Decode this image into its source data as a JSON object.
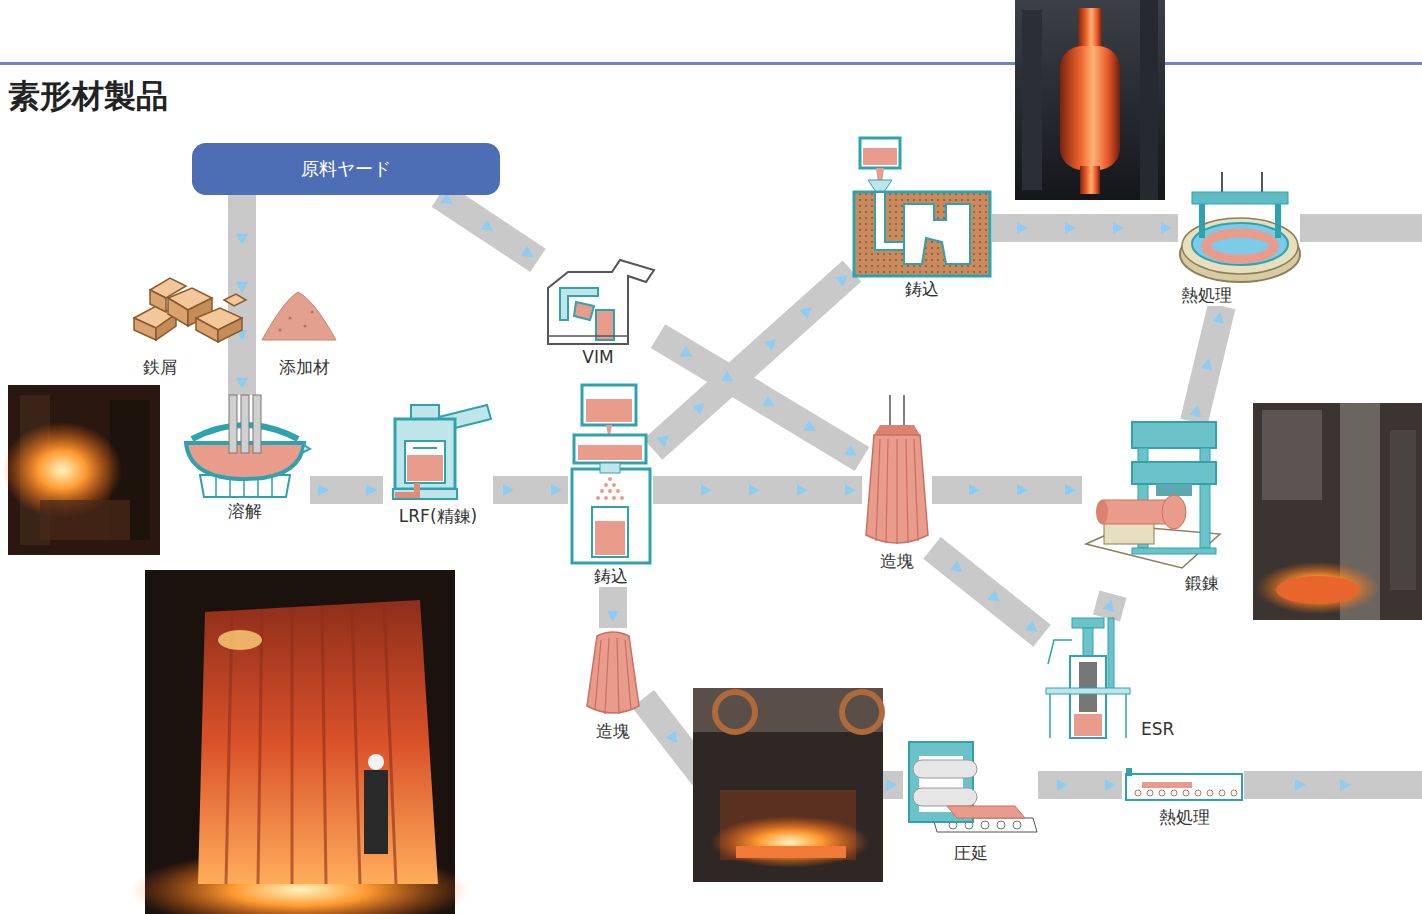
{
  "diagram": {
    "title": "素形材製品",
    "nodes": [
      {
        "text": [
          "原料ヤード"
        ]
      },
      {
        "text": [
          "溶解"
        ]
      },
      {
        "text": [
          "LRF(精錬)"
        ]
      },
      {
        "text": [
          "鋳込"
        ]
      },
      {
        "text": [
          "VIM"
        ]
      },
      {
        "text": [
          "鋳込"
        ]
      },
      {
        "text": [
          "熱処理"
        ]
      },
      {
        "text": [
          "造塊"
        ]
      },
      {
        "text": [
          "鍛錬"
        ]
      },
      {
        "text": [
          "ESR"
        ]
      },
      {
        "text": [
          "造塊"
        ]
      },
      {
        "text": [
          "圧延"
        ]
      },
      {
        "text": [
          "熱処理"
        ]
      }
    ],
    "edges": [
      {
        "from": 0,
        "to": 1,
        "arrow": "to"
      },
      {
        "from": 0,
        "to": 4,
        "arrow": "to"
      },
      {
        "from": 1,
        "to": 2,
        "arrow": "to"
      },
      {
        "from": 2,
        "to": 3,
        "arrow": "to"
      },
      {
        "from": 3,
        "to": 7,
        "arrow": "to"
      },
      {
        "from": 3,
        "to": 5,
        "arrow": "to"
      },
      {
        "from": 4,
        "to": 7,
        "arrow": "to"
      },
      {
        "from": 5,
        "to": 6,
        "arrow": "to"
      },
      {
        "from": 7,
        "to": 8,
        "arrow": "to"
      },
      {
        "from": 7,
        "to": 9,
        "arrow": "to"
      },
      {
        "from": 9,
        "to": 8,
        "arrow": "to"
      },
      {
        "from": 8,
        "to": 6,
        "arrow": "to"
      },
      {
        "from": 3,
        "to": 10,
        "arrow": "to"
      },
      {
        "from": 10,
        "to": 11,
        "arrow": "to"
      },
      {
        "from": 11,
        "to": 12,
        "arrow": "to"
      }
    ],
    "labels": [
      "鉄屑",
      "添加材"
    ]
  }
}
